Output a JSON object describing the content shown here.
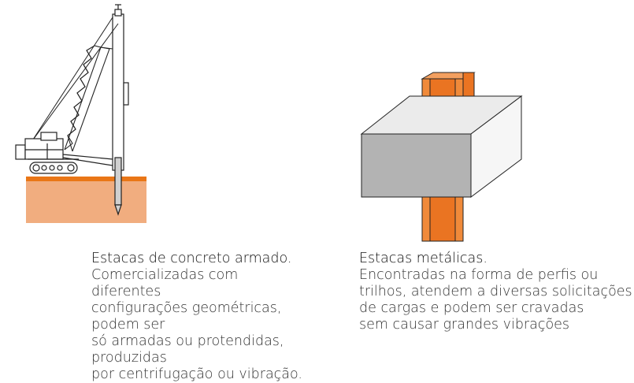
{
  "colors": {
    "soil": "#f1ad7f",
    "soil_top": "#e97617",
    "steel": "#ea7422",
    "concrete_front": "#b3b3b3",
    "concrete_top": "#ebebeb",
    "concrete_side": "#f6f6f6",
    "line": "#222222"
  },
  "left": {
    "icon": "pile-driver-crane",
    "title": "Estacas de concreto armado.",
    "body": "Comercializadas com diferentes\nconfigurações geométricas, podem ser\nsó armadas ou protendidas, produzidas\npor centrifugação ou vibração."
  },
  "right": {
    "icon": "steel-pile-through-concrete-block",
    "title": "Estacas metálicas.",
    "body": "Encontradas na forma de perfis ou\ntrilhos, atendem a diversas solicitações\nde cargas e podem ser cravadas\nsem causar grandes vibrações"
  }
}
